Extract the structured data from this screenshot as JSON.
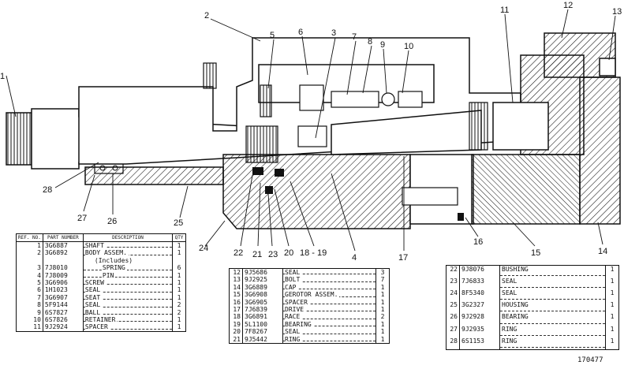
{
  "callouts": [
    "1",
    "2",
    "3",
    "4",
    "5",
    "6",
    "7",
    "8",
    "9",
    "10",
    "11",
    "12",
    "13",
    "14",
    "15",
    "16",
    "17",
    "18 - 19",
    "20",
    "21",
    "22",
    "23",
    "24",
    "25",
    "26",
    "27",
    "28"
  ],
  "table_headers": {
    "ref": "REF. NO.",
    "part": "PART NUMBER",
    "desc": "DESCRIPTION",
    "qty": "QTY"
  },
  "table1": [
    {
      "ref": "1",
      "part": "3G6887",
      "desc": "SHAFT",
      "qty": "1"
    },
    {
      "ref": "2",
      "part": "3G6892",
      "desc": "BODY ASSEM.",
      "qty": "1"
    },
    {
      "ref": "",
      "part": "",
      "desc": "(Includes)",
      "qty": ""
    },
    {
      "ref": "3",
      "part": "7J8010",
      "desc": "SPRING",
      "qty": "6"
    },
    {
      "ref": "4",
      "part": "7J8009",
      "desc": "PIN",
      "qty": "1"
    },
    {
      "ref": "5",
      "part": "3G6906",
      "desc": "SCREW",
      "qty": "1"
    },
    {
      "ref": "6",
      "part": "1H1023",
      "desc": "SEAL",
      "qty": "1"
    },
    {
      "ref": "7",
      "part": "3G6907",
      "desc": "SEAT",
      "qty": "1"
    },
    {
      "ref": "8",
      "part": "5F9144",
      "desc": "SEAL",
      "qty": "2"
    },
    {
      "ref": "9",
      "part": "6S7827",
      "desc": "BALL",
      "qty": "2"
    },
    {
      "ref": "10",
      "part": "6S7826",
      "desc": "RETAINER",
      "qty": "1"
    },
    {
      "ref": "11",
      "part": "9J2924",
      "desc": "SPACER",
      "qty": "1"
    }
  ],
  "table2": [
    {
      "ref": "12",
      "part": "9J5686",
      "desc": "SEAL",
      "qty": "3"
    },
    {
      "ref": "13",
      "part": "9J2925",
      "desc": "BOLT",
      "qty": "7"
    },
    {
      "ref": "14",
      "part": "3G6889",
      "desc": "CAP",
      "qty": "1"
    },
    {
      "ref": "15",
      "part": "3G6908",
      "desc": "GEROTOR ASSEM.",
      "qty": "1"
    },
    {
      "ref": "16",
      "part": "3G6905",
      "desc": "SPACER",
      "qty": "1"
    },
    {
      "ref": "17",
      "part": "7J6839",
      "desc": "DRIVE",
      "qty": "1"
    },
    {
      "ref": "18",
      "part": "3G6891",
      "desc": "RACE",
      "qty": "2"
    },
    {
      "ref": "19",
      "part": "5L1100",
      "desc": "BEARING",
      "qty": "1"
    },
    {
      "ref": "20",
      "part": "7F8267",
      "desc": "SEAL",
      "qty": "1"
    },
    {
      "ref": "21",
      "part": "9J5442",
      "desc": "RING",
      "qty": "1"
    }
  ],
  "table3": [
    {
      "ref": "22",
      "part": "9J8076",
      "desc": "BUSHING",
      "qty": "1"
    },
    {
      "ref": "23",
      "part": "7J6833",
      "desc": "SEAL",
      "qty": "1"
    },
    {
      "ref": "24",
      "part": "8F5340",
      "desc": "SEAL",
      "qty": "1"
    },
    {
      "ref": "25",
      "part": "3G2327",
      "desc": "HOUSING",
      "qty": "1"
    },
    {
      "ref": "26",
      "part": "9J2928",
      "desc": "BEARING",
      "qty": "1"
    },
    {
      "ref": "27",
      "part": "9J2935",
      "desc": "RING",
      "qty": "1"
    },
    {
      "ref": "28",
      "part": "6S1153",
      "desc": "RING",
      "qty": "1"
    }
  ],
  "drawing_number": "170477"
}
